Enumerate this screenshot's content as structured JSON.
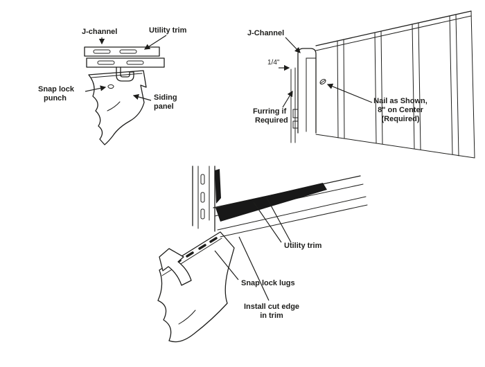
{
  "page": {
    "background_color": "#ffffff",
    "ink_color": "#1d1d1b"
  },
  "fig_channel_detail": {
    "j_channel_label": "J-channel",
    "utility_trim_label": "Utility trim",
    "snap_lock_punch_line1": "Snap lock",
    "snap_lock_punch_line2": "punch",
    "siding_panel_line1": "Siding",
    "siding_panel_line2": "panel"
  },
  "fig_wall_section": {
    "j_channel_label": "J-Channel",
    "gap_dimension": "1/4\"",
    "furring_line1": "Furring if",
    "furring_line2": "Required",
    "nail_line1": "Nail as Shown,",
    "nail_line2": "8\" on Center",
    "nail_line3": "(Required)"
  },
  "fig_window_corner": {
    "utility_trim_label": "Utility trim",
    "snap_lock_lugs_label": "Snap lock lugs",
    "install_line1": "Install cut edge",
    "install_line2": "in trim"
  }
}
